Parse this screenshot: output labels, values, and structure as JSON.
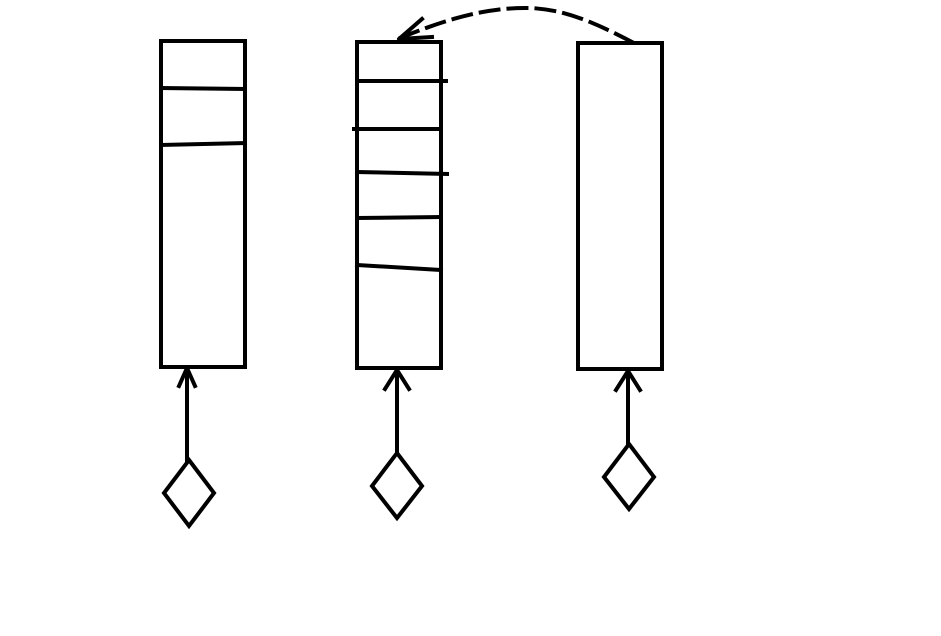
{
  "diagram": {
    "stroke_color": "#000000",
    "background_color": "#ffffff",
    "boxes": [
      {
        "name": "box-1",
        "divider_count": 2
      },
      {
        "name": "box-2",
        "divider_count": 5
      },
      {
        "name": "box-3",
        "divider_count": 0
      }
    ],
    "connectors": [
      {
        "name": "connector-1",
        "from_shape": "diamond",
        "to": "box-1",
        "head": "open-arrow"
      },
      {
        "name": "connector-2",
        "from_shape": "diamond",
        "to": "box-2",
        "head": "open-arrow"
      },
      {
        "name": "connector-3",
        "from_shape": "diamond",
        "to": "box-3",
        "head": "open-arrow"
      }
    ],
    "dashed_link": {
      "from": "box-3",
      "to": "box-2",
      "style": "dashed",
      "head": "open-arrow"
    }
  }
}
